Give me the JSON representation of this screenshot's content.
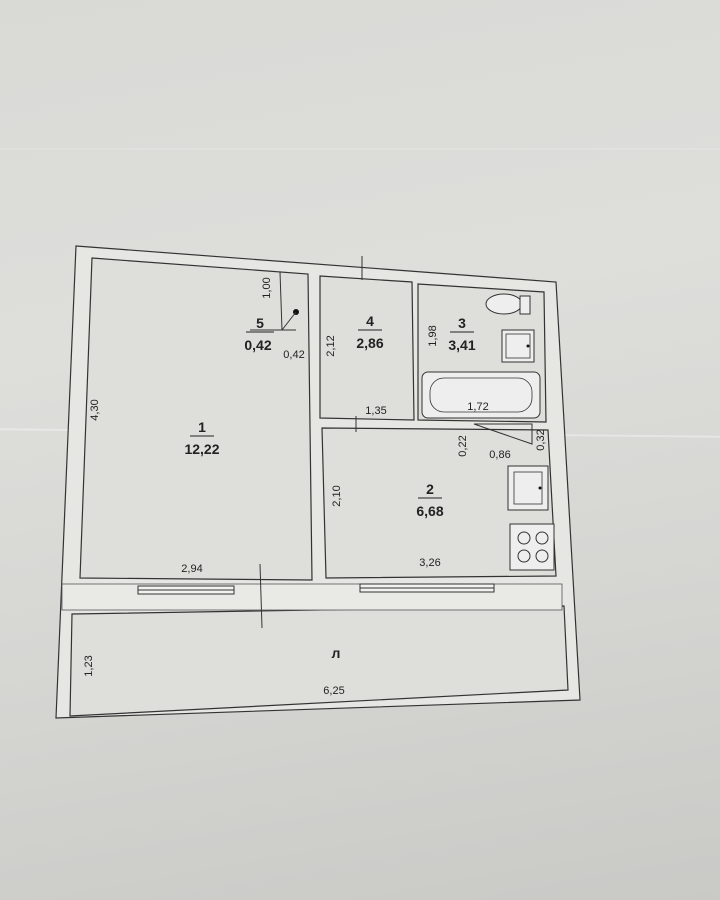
{
  "rooms": [
    {
      "number": "1",
      "area": "12,22"
    },
    {
      "number": "2",
      "area": "6,68"
    },
    {
      "number": "3",
      "area": "3,41"
    },
    {
      "number": "4",
      "area": "2,86"
    },
    {
      "number": "5",
      "area": "0,42"
    }
  ],
  "balcony_label": "л",
  "dimensions": {
    "room1_height": "4,30",
    "room1_width": "2,94",
    "room2_height": "2,10",
    "room2_width": "3,26",
    "room4_height": "2,12",
    "room4_width": "1,35",
    "room3_height": "1,98",
    "bath_length": "1,72",
    "closet_height": "1,00",
    "closet_width": "0,42",
    "niche_left": "0,22",
    "niche_width": "0,86",
    "niche_right": "0,32",
    "balcony_height": "1,23",
    "balcony_width": "6,25"
  }
}
